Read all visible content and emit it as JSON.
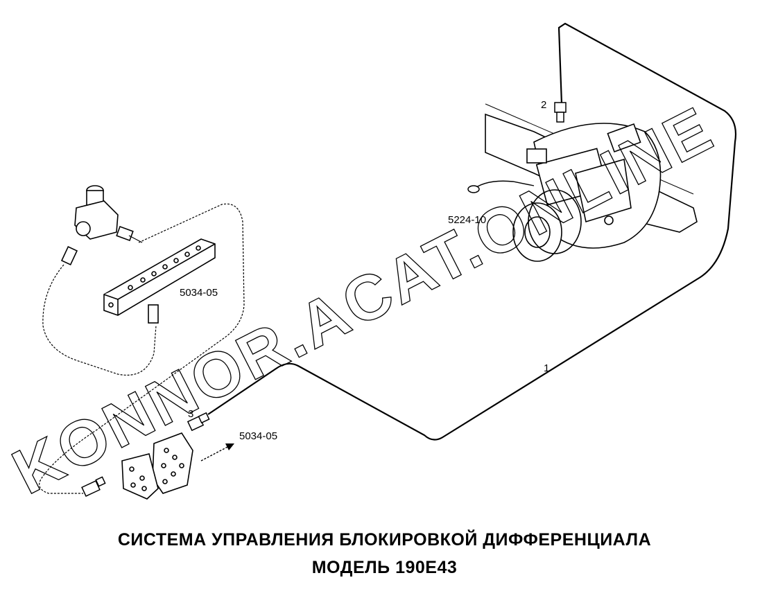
{
  "title": {
    "line1": "СИСТЕМА УПРАВЛЕНИЯ БЛОКИРОВКОЙ ДИФФЕРЕНЦИАЛА",
    "line2": "МОДЕЛЬ 190Е43"
  },
  "callouts": {
    "item_1": "1",
    "item_2": "2",
    "item_3": "3",
    "tool_5224_10": "5224-10",
    "tool_5034_05_block": "5034-05",
    "tool_5034_05_arrow": "5034-05"
  },
  "watermark": "KONNOR.ACAT.ONLINE"
}
